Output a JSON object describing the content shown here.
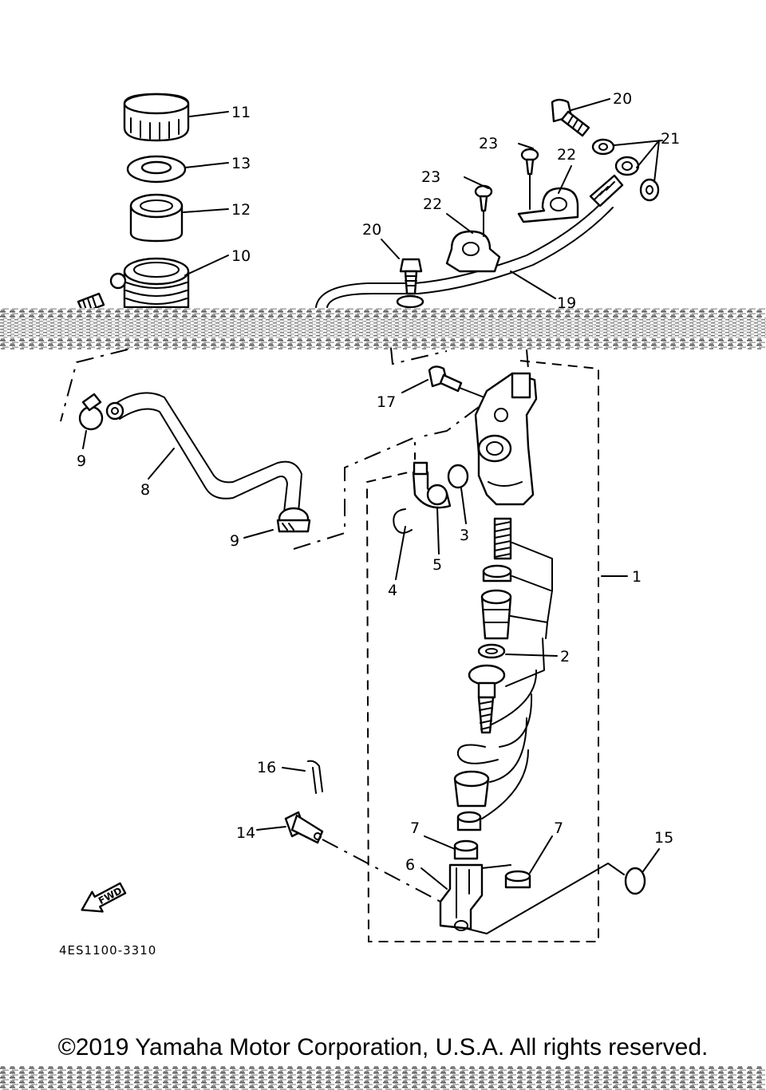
{
  "diagram": {
    "callouts": {
      "c1": "1",
      "c2": "2",
      "c3": "3",
      "c4": "4",
      "c5": "5",
      "c6": "6",
      "c7a": "7",
      "c7b": "7",
      "c8": "8",
      "c9a": "9",
      "c9b": "9",
      "c10": "10",
      "c11": "11",
      "c12": "12",
      "c13": "13",
      "c14": "14",
      "c15": "15",
      "c16": "16",
      "c17": "17",
      "c19": "19",
      "c20a": "20",
      "c20b": "20",
      "c21": "21",
      "c22a": "22",
      "c22b": "22",
      "c23a": "23",
      "c23b": "23"
    },
    "fwd_label": "FWD",
    "drawing_code": "4ES1100-3310"
  },
  "footer": {
    "copyright": "©2019 Yamaha Motor Corporation, U.S.A. All rights reserved."
  },
  "colors": {
    "ink": "#000000",
    "paper": "#ffffff",
    "band": "#b8b8b8"
  }
}
